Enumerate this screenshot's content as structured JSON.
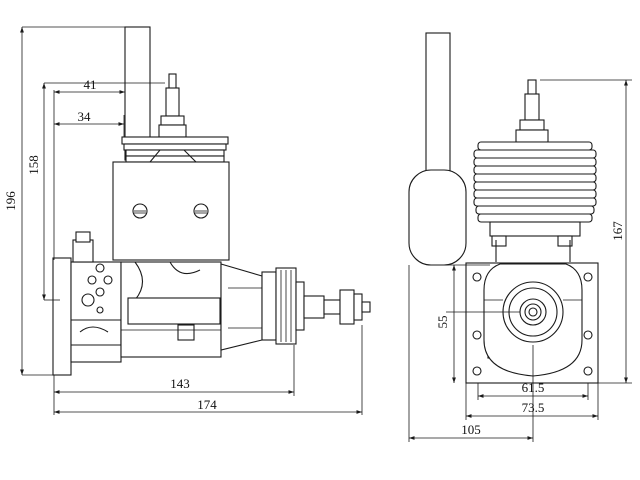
{
  "dimensions": {
    "side_view": {
      "overall_height": "196",
      "mount_height": "158",
      "carb_offset": "41",
      "plug_offset": "34",
      "mount_to_prop": "143",
      "overall_length": "174"
    },
    "front_view": {
      "height": "167",
      "crank_height": "55",
      "bolt_spacing_inner": "61.5",
      "bolt_spacing_outer": "73.5",
      "overall_width": "105"
    }
  },
  "colors": {
    "line": "#1a1a1a",
    "background": "#ffffff"
  }
}
